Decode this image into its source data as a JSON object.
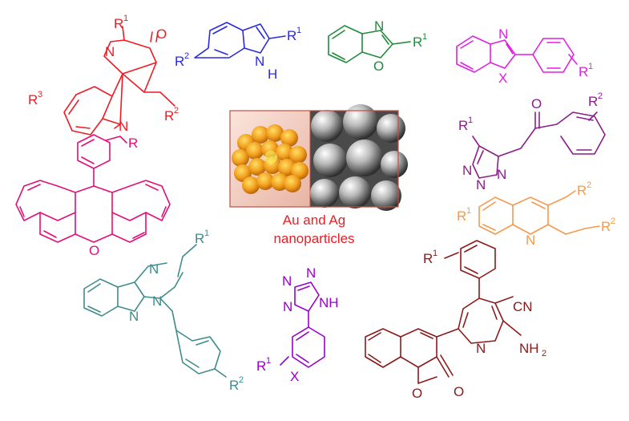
{
  "caption": {
    "line1": "Au and Ag",
    "line2": "nanoparticles"
  },
  "colors": {
    "red": "#ee1c25",
    "blue": "#2b2bdc",
    "green": "#1f8a3c",
    "magenta": "#e020e0",
    "pink": "#e0107a",
    "purple": "#8a1f8a",
    "orange": "#f39a4f",
    "teal": "#3f8c8c",
    "violet": "#9900cc",
    "maroon": "#8b1a1a"
  },
  "structures": {
    "spiro": {
      "r1": "R",
      "r1sup": "1",
      "o": "O",
      "n1": "N",
      "n2": "N",
      "r2": "R",
      "r2sup": "2",
      "r3": "R",
      "r3sup": "3"
    },
    "indole": {
      "r2": "R",
      "r2sup": "2",
      "r1": "R",
      "r1sup": "1",
      "nh": "N",
      "h": "H"
    },
    "benzoxazole": {
      "n": "N",
      "o": "O",
      "r1": "R",
      "r1sup": "1"
    },
    "benzazole": {
      "n": "N",
      "x": "X",
      "r1": "R",
      "r1sup": "1"
    },
    "triazole": {
      "r1": "R",
      "r1sup": "1",
      "r2": "R",
      "r2sup": "2",
      "o": "O",
      "n1": "N",
      "n2": "N",
      "n3": "N"
    },
    "xanthene": {
      "r": "R",
      "o": "O"
    },
    "quinoline": {
      "r1": "R",
      "r1sup": "1",
      "r2a": "R",
      "r2asup": "2",
      "r2b": "R",
      "r2bsup": "2",
      "n": "N"
    },
    "pyrimidoindazole": {
      "r1": "R",
      "r1sup": "1",
      "r2": "R",
      "r2sup": "2",
      "n1": "N",
      "n2": "N",
      "n3": "N"
    },
    "tetrazole": {
      "n1": "N",
      "n2": "N",
      "n3": "N",
      "nh": "NH",
      "r1": "R",
      "r1sup": "1",
      "x": "X"
    },
    "pyridine": {
      "r1": "R",
      "r1sup": "1",
      "cn": "CN",
      "nh2": "NH",
      "nh2sub": "2",
      "n": "N",
      "o1": "O",
      "o2": "O"
    }
  }
}
